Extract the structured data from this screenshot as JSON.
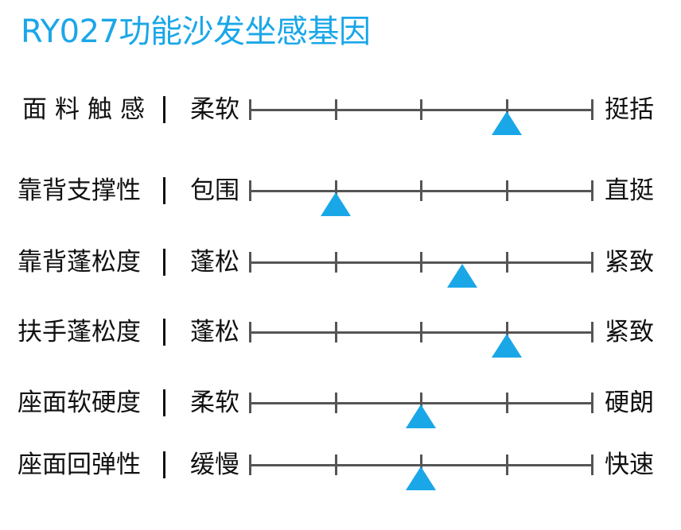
{
  "title": "RY027功能沙发坐感基因",
  "accent_color": "#1aa7e8",
  "separator": "|",
  "rows": [
    {
      "label": "面料触感",
      "left": "柔软",
      "right": "挺括",
      "level": 0.75
    },
    {
      "label": "靠背支撑性",
      "left": "包围",
      "right": "直挺",
      "level": 0.25
    },
    {
      "label": "靠背蓬松度",
      "left": "蓬松",
      "right": "紧致",
      "level": 0.62
    },
    {
      "label": "扶手蓬松度",
      "left": "蓬松",
      "right": "紧致",
      "level": 0.75
    },
    {
      "label": "座面软硬度",
      "left": "柔软",
      "right": "硬朗",
      "level": 0.5
    },
    {
      "label": "座面回弹性",
      "left": "缓慢",
      "right": "快速",
      "level": 0.5
    }
  ]
}
